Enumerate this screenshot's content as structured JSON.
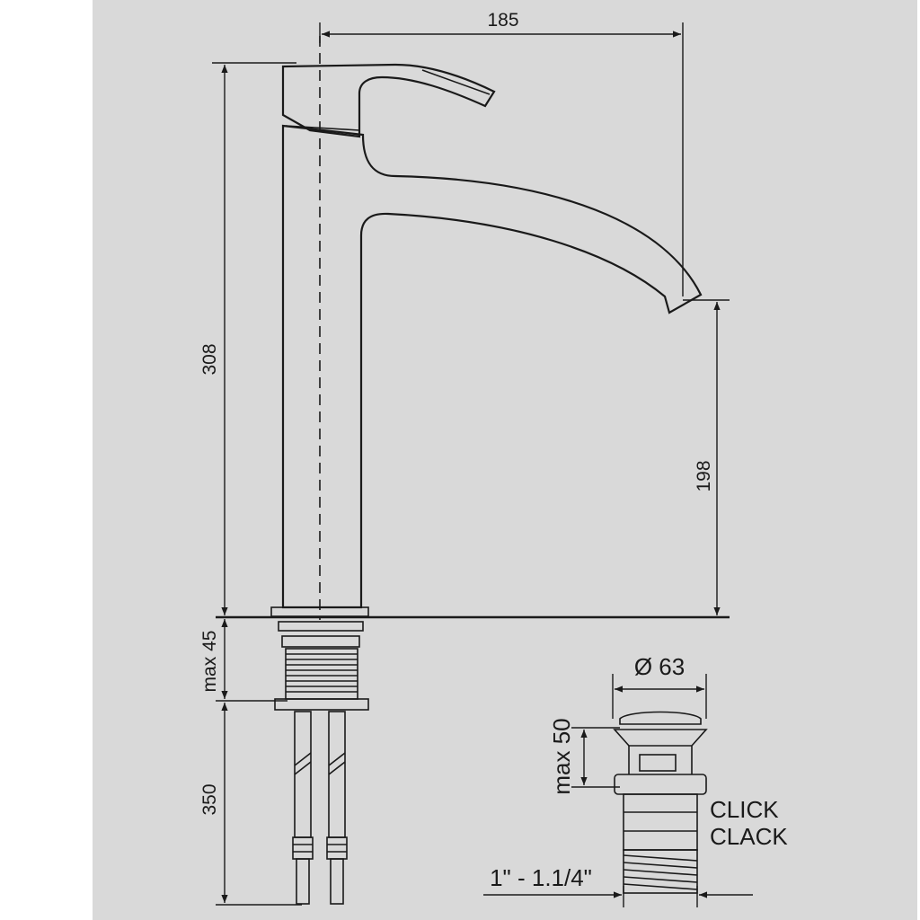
{
  "dimensions": {
    "spout_reach": "185",
    "total_height": "308",
    "spout_height": "198",
    "mount_thickness": "max 45",
    "hose_length": "350",
    "drain_diameter": "Ø 63",
    "drain_height": "max 50",
    "drain_thread": "1\" - 1.1/4\""
  },
  "labels": {
    "drain_type_line1": "CLICK",
    "drain_type_line2": "CLACK"
  },
  "colors": {
    "background": "#d9d9d9",
    "line": "#1a1a1a"
  }
}
